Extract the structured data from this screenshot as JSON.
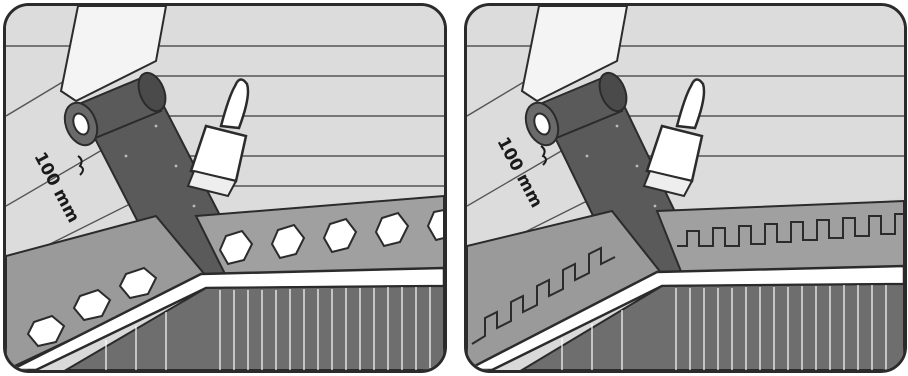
{
  "figure": {
    "panels": [
      {
        "id": "left",
        "dimension_label": "100 mm",
        "shingle_style": "hexagonal-tab"
      },
      {
        "id": "right",
        "dimension_label": "100 mm",
        "shingle_style": "rectangular-tab"
      }
    ]
  },
  "colors": {
    "outline": "#2b2b2b",
    "underlay_roll": "#5a5a5a",
    "roof_deck": "#d9d9d9",
    "shingles": "#9a9a9a",
    "wall": "#6e6e6e",
    "fascia": "#ffffff"
  }
}
